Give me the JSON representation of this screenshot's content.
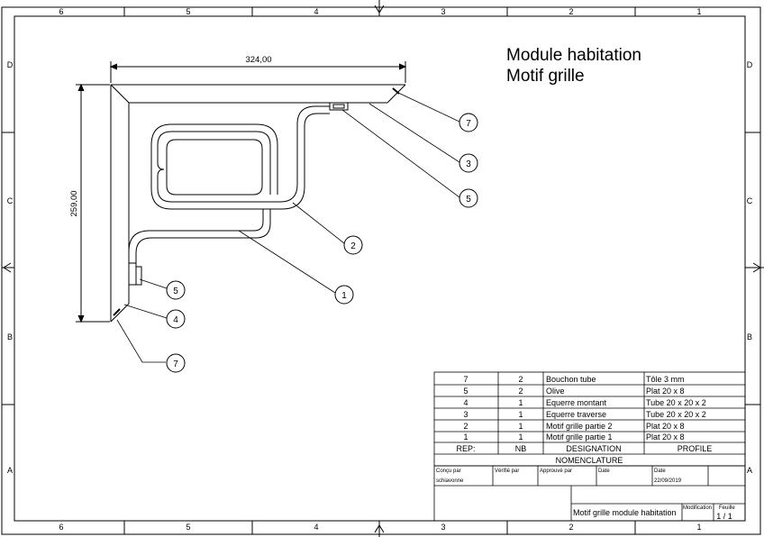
{
  "frame": {
    "col_labels": [
      "6",
      "5",
      "4",
      "3",
      "2",
      "1"
    ],
    "row_labels": [
      "D",
      "C",
      "B",
      "A"
    ]
  },
  "title": {
    "line1": "Module habitation",
    "line2": "Motif grille"
  },
  "dimensions": {
    "width": "324,00",
    "height": "259,00"
  },
  "balloons": [
    "7",
    "3",
    "5",
    "2",
    "1",
    "5",
    "4",
    "7"
  ],
  "bom": {
    "rows": [
      {
        "rep": "7",
        "nb": "2",
        "designation": "Bouchon tube",
        "profile": "Tôle 3 mm"
      },
      {
        "rep": "5",
        "nb": "2",
        "designation": "Olive",
        "profile": "Plat 20 x 8"
      },
      {
        "rep": "4",
        "nb": "1",
        "designation": "Equerre  montant",
        "profile": "Tube 20 x 20 x 2"
      },
      {
        "rep": "3",
        "nb": "1",
        "designation": "Equerre traverse",
        "profile": "Tube 20 x 20 x 2"
      },
      {
        "rep": "2",
        "nb": "1",
        "designation": "Motif grille partie 2",
        "profile": "Plat 20 x 8"
      },
      {
        "rep": "1",
        "nb": "1",
        "designation": "Motif grille partie 1",
        "profile": "Plat 20 x 8"
      }
    ],
    "headers": {
      "rep": "REP:",
      "nb": "NB",
      "designation": "DESIGNATION",
      "profile": "PROFILE"
    },
    "caption": "NOMENCLATURE"
  },
  "title_block": {
    "concu_label": "Conçu par",
    "concu_value": "schiavonne",
    "verifie_label": "Vérifié par",
    "approuve_label": "Approuvé par",
    "date_label": "Date",
    "date2_label": "Date",
    "date2_value": "22/09/2019",
    "part_name": "Motif grille module habitation",
    "modification_label": "Modification",
    "feuille_label": "Feuille",
    "feuille_value": "1 / 1"
  }
}
